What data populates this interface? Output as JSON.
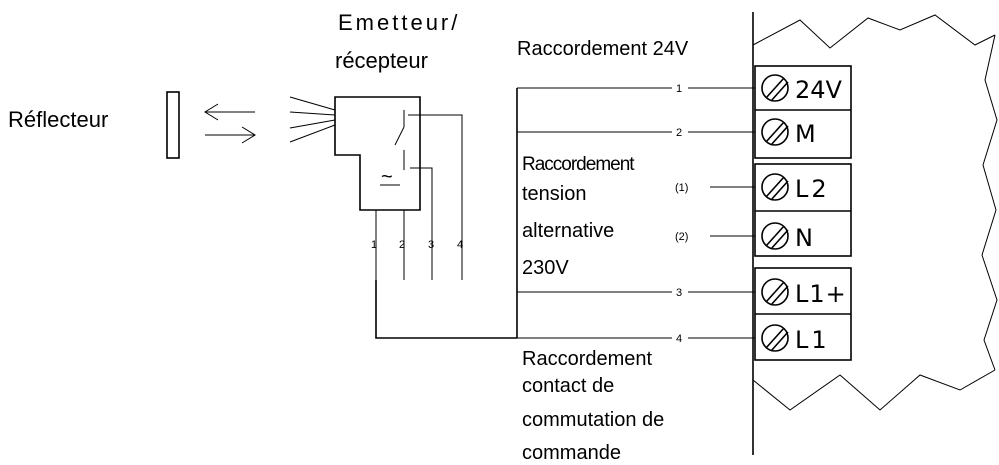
{
  "labels": {
    "reflector": "Réflecteur",
    "emitter_line1": "Emetteur/",
    "emitter_line2": "récepteur",
    "conn_24v": "Raccordement 24V",
    "ac_line1": "Raccordement",
    "ac_line2": "tension",
    "ac_line3": "alternative",
    "ac_line4": "230V",
    "contact_line1": "Raccordement",
    "contact_line2": "contact de",
    "contact_line3": "commutation de",
    "contact_line4": "commande",
    "note_1": "(1)",
    "note_2": "(2)",
    "ac_symbol": "~"
  },
  "sensor_pins": [
    "1",
    "2",
    "3",
    "4"
  ],
  "wire_numbers": [
    "1",
    "2",
    "3",
    "4"
  ],
  "terminals": [
    "24V",
    "M",
    "L2",
    "N",
    "L1+",
    "L1"
  ]
}
